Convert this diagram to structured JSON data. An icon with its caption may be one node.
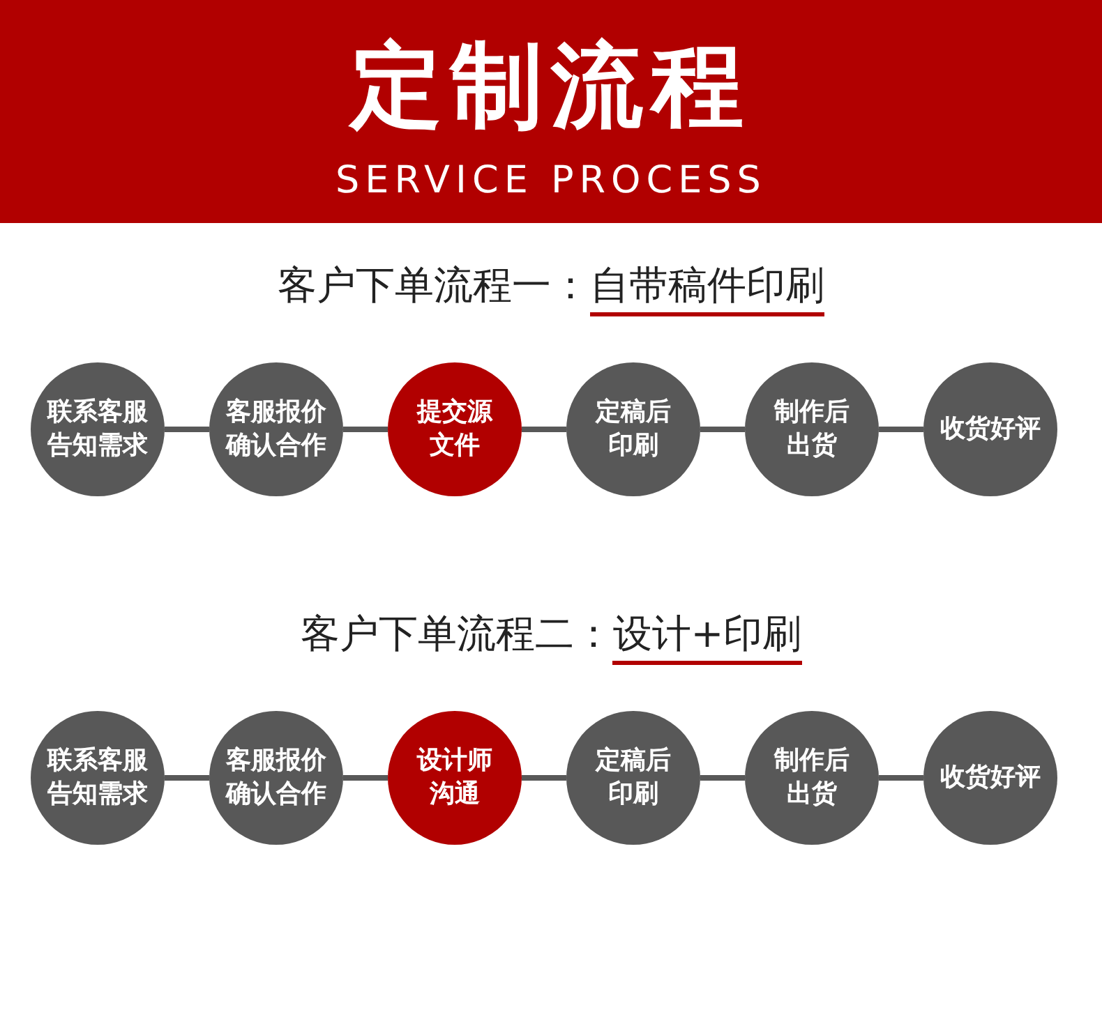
{
  "diagram": {
    "title": "定制流程",
    "nodes": [
      {
        "text": [
          "联系客服告知需求"
        ]
      },
      {
        "text": [
          "客服报价确认合作"
        ]
      },
      {
        "text": [
          "提交源文件"
        ]
      },
      {
        "text": [
          "定稿后印刷"
        ]
      },
      {
        "text": [
          "制作后出货"
        ]
      },
      {
        "text": [
          "收货好评"
        ]
      },
      {
        "text": [
          "联系客服告知需求"
        ]
      },
      {
        "text": [
          "客服报价确认合作"
        ]
      },
      {
        "text": [
          "设计师沟通"
        ]
      },
      {
        "text": [
          "定稿后印刷"
        ]
      },
      {
        "text": [
          "制作后出货"
        ]
      },
      {
        "text": [
          "收货好评"
        ]
      }
    ],
    "edges": [
      {
        "from": 0,
        "to": 1,
        "arrow": "none"
      },
      {
        "from": 1,
        "to": 2,
        "arrow": "none"
      },
      {
        "from": 2,
        "to": 3,
        "arrow": "none"
      },
      {
        "from": 3,
        "to": 4,
        "arrow": "none"
      },
      {
        "from": 4,
        "to": 5,
        "arrow": "none"
      },
      {
        "from": 6,
        "to": 7,
        "arrow": "none"
      },
      {
        "from": 7,
        "to": 8,
        "arrow": "none"
      },
      {
        "from": 8,
        "to": 9,
        "arrow": "none"
      },
      {
        "from": 9,
        "to": 10,
        "arrow": "none"
      },
      {
        "from": 10,
        "to": 11,
        "arrow": "none"
      }
    ],
    "labels": [
      "SERVICE PROCESS",
      "客户下单流程一：",
      "自带稿件印刷",
      "客户下单流程二：",
      "设计+印刷"
    ]
  }
}
